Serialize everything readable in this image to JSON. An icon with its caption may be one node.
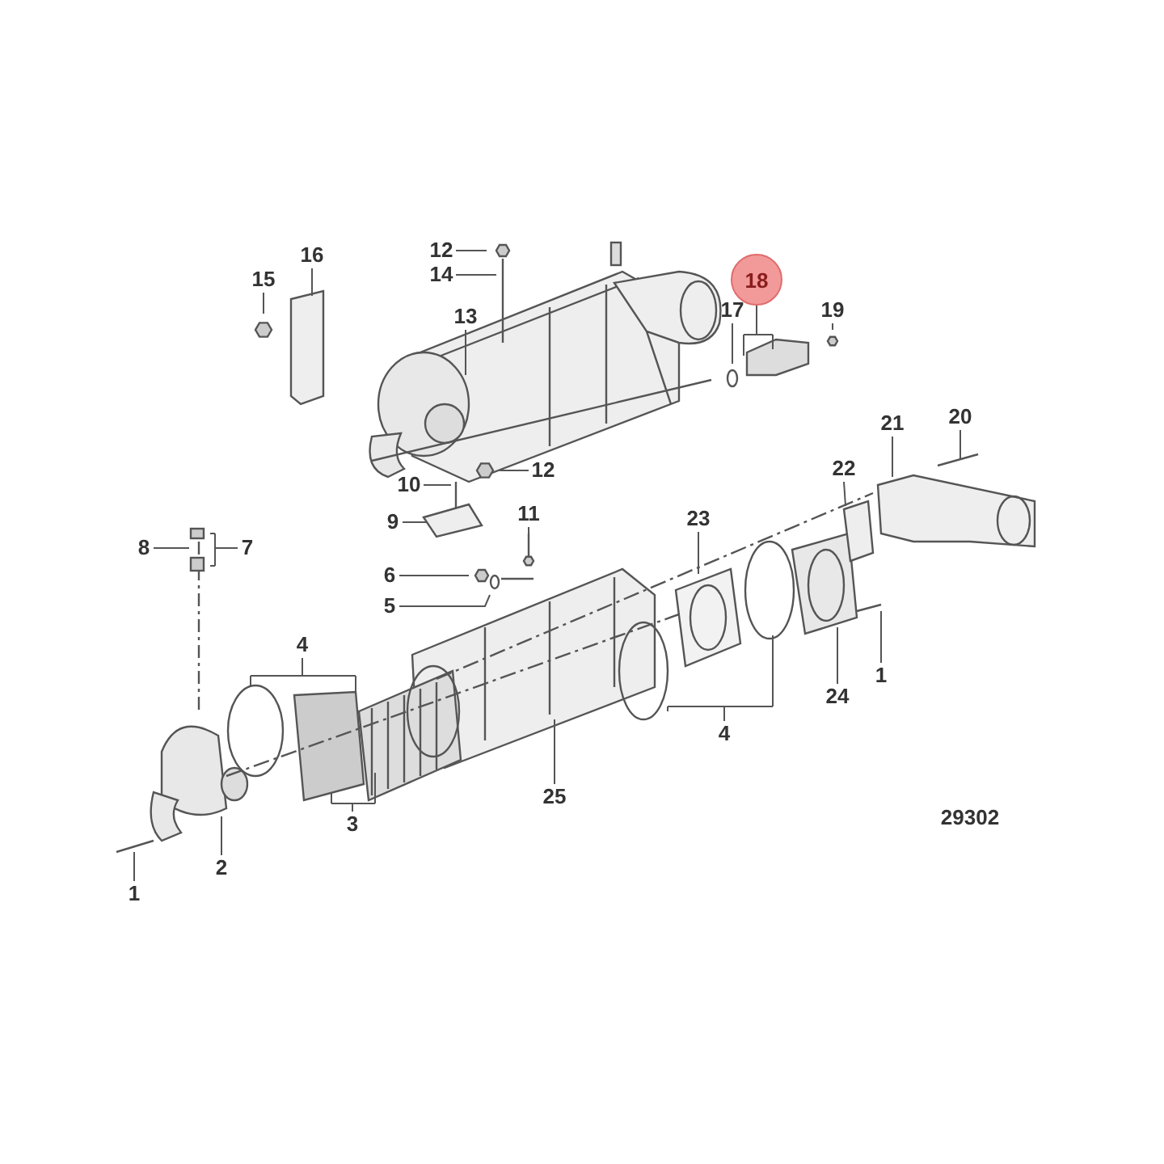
{
  "diagram": {
    "nodes": [
      {
        "text": [
          "12"
        ]
      },
      {
        "text": [
          "16"
        ]
      },
      {
        "text": [
          "15"
        ]
      },
      {
        "text": [
          "18"
        ]
      },
      {
        "text": [
          "14"
        ]
      },
      {
        "text": [
          "13"
        ]
      },
      {
        "text": [
          "17"
        ]
      },
      {
        "text": [
          "19"
        ]
      },
      {
        "text": [
          "20"
        ]
      },
      {
        "text": [
          "21"
        ]
      },
      {
        "text": [
          "22"
        ]
      },
      {
        "text": [
          "12"
        ]
      },
      {
        "text": [
          "10"
        ]
      },
      {
        "text": [
          "11"
        ]
      },
      {
        "text": [
          "9"
        ]
      },
      {
        "text": [
          "23"
        ]
      },
      {
        "text": [
          "8"
        ]
      },
      {
        "text": [
          "7"
        ]
      },
      {
        "text": [
          "6"
        ]
      },
      {
        "text": [
          "5"
        ]
      },
      {
        "text": [
          "4"
        ]
      },
      {
        "text": [
          "1"
        ]
      },
      {
        "text": [
          "24"
        ]
      },
      {
        "text": [
          "4"
        ]
      },
      {
        "text": [
          "25"
        ]
      },
      {
        "text": [
          "3"
        ]
      },
      {
        "text": [
          "2"
        ]
      },
      {
        "text": [
          "1"
        ]
      }
    ],
    "edges": [
      {
        "from": 0,
        "to": null,
        "arrow": "none"
      },
      {
        "from": 1,
        "to": null,
        "arrow": "none"
      },
      {
        "from": 2,
        "to": null,
        "arrow": "none"
      },
      {
        "from": 3,
        "to": null,
        "arrow": "none"
      },
      {
        "from": 4,
        "to": null,
        "arrow": "none"
      },
      {
        "from": 5,
        "to": null,
        "arrow": "none"
      },
      {
        "from": 6,
        "to": null,
        "arrow": "none"
      },
      {
        "from": 7,
        "to": null,
        "arrow": "none"
      },
      {
        "from": 8,
        "to": null,
        "arrow": "none"
      },
      {
        "from": 9,
        "to": null,
        "arrow": "none"
      },
      {
        "from": 10,
        "to": null,
        "arrow": "none"
      },
      {
        "from": 11,
        "to": null,
        "arrow": "none"
      },
      {
        "from": 12,
        "to": null,
        "arrow": "none"
      },
      {
        "from": 13,
        "to": null,
        "arrow": "none"
      },
      {
        "from": 14,
        "to": null,
        "arrow": "none"
      },
      {
        "from": 15,
        "to": null,
        "arrow": "none"
      },
      {
        "from": 16,
        "to": null,
        "arrow": "none"
      },
      {
        "from": 17,
        "to": null,
        "arrow": "none"
      },
      {
        "from": 18,
        "to": null,
        "arrow": "none"
      },
      {
        "from": 19,
        "to": null,
        "arrow": "none"
      },
      {
        "from": 20,
        "to": null,
        "arrow": "none"
      },
      {
        "from": 21,
        "to": null,
        "arrow": "none"
      },
      {
        "from": 22,
        "to": null,
        "arrow": "none"
      },
      {
        "from": 23,
        "to": null,
        "arrow": "none"
      },
      {
        "from": 24,
        "to": null,
        "arrow": "none"
      },
      {
        "from": 25,
        "to": null,
        "arrow": "none"
      },
      {
        "from": 26,
        "to": null,
        "arrow": "none"
      },
      {
        "from": 27,
        "to": null,
        "arrow": "none"
      }
    ],
    "labels": [
      "29302"
    ]
  }
}
